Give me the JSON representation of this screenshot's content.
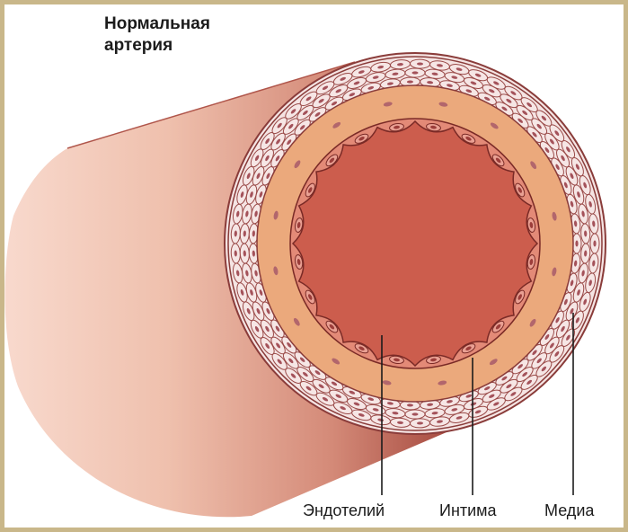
{
  "title": "Нормальная\nартерия",
  "labels": {
    "endothelium": "Эндотелий",
    "intima": "Интима",
    "media": "Медиа"
  },
  "colors": {
    "frame": "#c9b78a",
    "background": "#ffffff",
    "vessel_light": "#f7d5c8",
    "vessel_mid": "#e3a592",
    "vessel_dark": "#a94b40",
    "media_layer": "#f4e1e0",
    "intima_layer": "#eba97c",
    "endothelium": "#d98070",
    "lumen": "#cc5d4d",
    "nucleus": "#a4525a",
    "outline": "#7a2a26"
  }
}
